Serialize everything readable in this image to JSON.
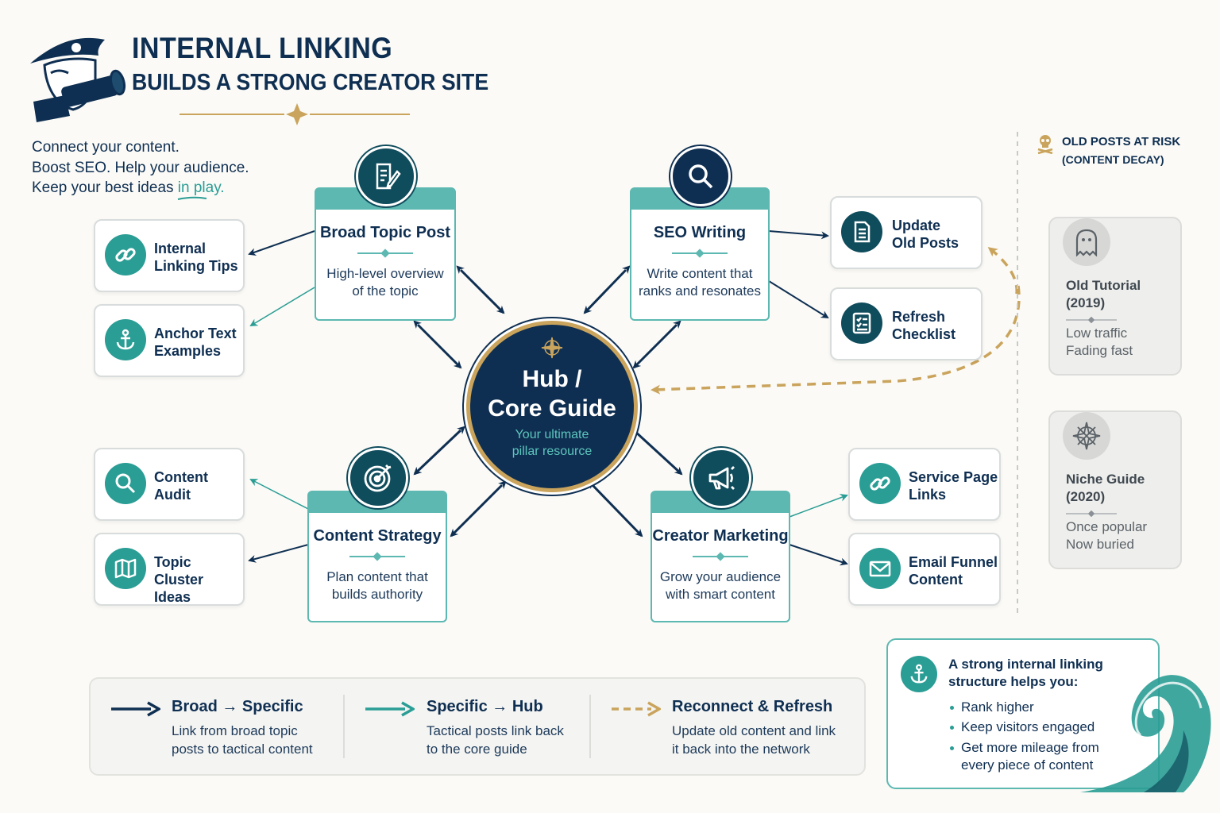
{
  "header": {
    "title_line1": "INTERNAL LINKING",
    "title_line2": "BUILDS A STRONG CREATOR SITE"
  },
  "intro": {
    "line1": "Connect your content.",
    "line2": "Boost SEO. Help your audience.",
    "line3_start": "Keep your best ideas ",
    "line3_accent": "in play."
  },
  "hub": {
    "title_line1": "Hub /",
    "title_line2": "Core Guide",
    "subtitle_line1": "Your ultimate",
    "subtitle_line2": "pillar resource"
  },
  "main_nodes": {
    "broad_topic": {
      "title": "Broad Topic Post",
      "desc_line1": "High-level overview",
      "desc_line2": "of the topic",
      "icon": "document-pen-icon"
    },
    "seo_writing": {
      "title": "SEO Writing",
      "desc_line1": "Write content that",
      "desc_line2": "ranks and resonates",
      "icon": "magnifier-icon"
    },
    "content_strategy": {
      "title": "Content Strategy",
      "desc_line1": "Plan content that",
      "desc_line2": "builds authority",
      "icon": "target-icon"
    },
    "creator_marketing": {
      "title": "Creator Marketing",
      "desc_line1": "Grow your audience",
      "desc_line2": "with smart content",
      "icon": "megaphone-icon"
    }
  },
  "leaf_nodes": {
    "internal_linking_tips": {
      "line1": "Internal",
      "line2": "Linking Tips",
      "icon": "link-icon"
    },
    "anchor_text_examples": {
      "line1": "Anchor Text",
      "line2": "Examples",
      "icon": "anchor-icon"
    },
    "content_audit": {
      "line1": "Content",
      "line2": "Audit",
      "icon": "search-icon"
    },
    "topic_cluster_ideas": {
      "line1": "Topic Cluster",
      "line2": "Ideas",
      "icon": "map-icon"
    },
    "update_old_posts": {
      "line1": "Update",
      "line2": "Old Posts",
      "icon": "document-icon"
    },
    "refresh_checklist": {
      "line1": "Refresh",
      "line2": "Checklist",
      "icon": "checklist-icon"
    },
    "service_page_links": {
      "line1": "Service Page",
      "line2": "Links",
      "icon": "link-icon"
    },
    "email_funnel_content": {
      "line1": "Email Funnel",
      "line2": "Content",
      "icon": "envelope-icon"
    }
  },
  "risk": {
    "title_line1": "OLD POSTS AT RISK",
    "title_line2": "(CONTENT DECAY)",
    "icon": "skull-icon",
    "cards": [
      {
        "name_line1": "Old Tutorial",
        "name_line2": "(2019)",
        "desc_line1": "Low traffic",
        "desc_line2": "Fading fast",
        "icon": "ghost-icon"
      },
      {
        "name_line1": "Niche Guide",
        "name_line2": "(2020)",
        "desc_line1": "Once popular",
        "desc_line2": "Now buried",
        "icon": "compass-icon"
      }
    ]
  },
  "legend": [
    {
      "title": "Broad → Specific",
      "desc_line1": "Link from broad topic",
      "desc_line2": "posts to tactical content",
      "arrow": "solid-navy"
    },
    {
      "title": "Specific → Hub",
      "desc_line1": "Tactical posts link back",
      "desc_line2": "to the core guide",
      "arrow": "solid-teal"
    },
    {
      "title": "Reconnect & Refresh",
      "desc_line1": "Update old content and link",
      "desc_line2": "it back into the network",
      "arrow": "dashed-gold"
    }
  ],
  "benefits": {
    "heading_line1": "A strong internal linking",
    "heading_line2": "structure helps you:",
    "items": [
      "Rank higher",
      "Keep visitors engaged",
      "Get more mileage from",
      "every piece of content"
    ],
    "icon": "anchor-icon"
  },
  "colors": {
    "navy": "#0f2f52",
    "teal": "#2a9d95",
    "light_teal": "#5cb8b1",
    "gold": "#caa45c",
    "background": "#fbfaf6"
  }
}
